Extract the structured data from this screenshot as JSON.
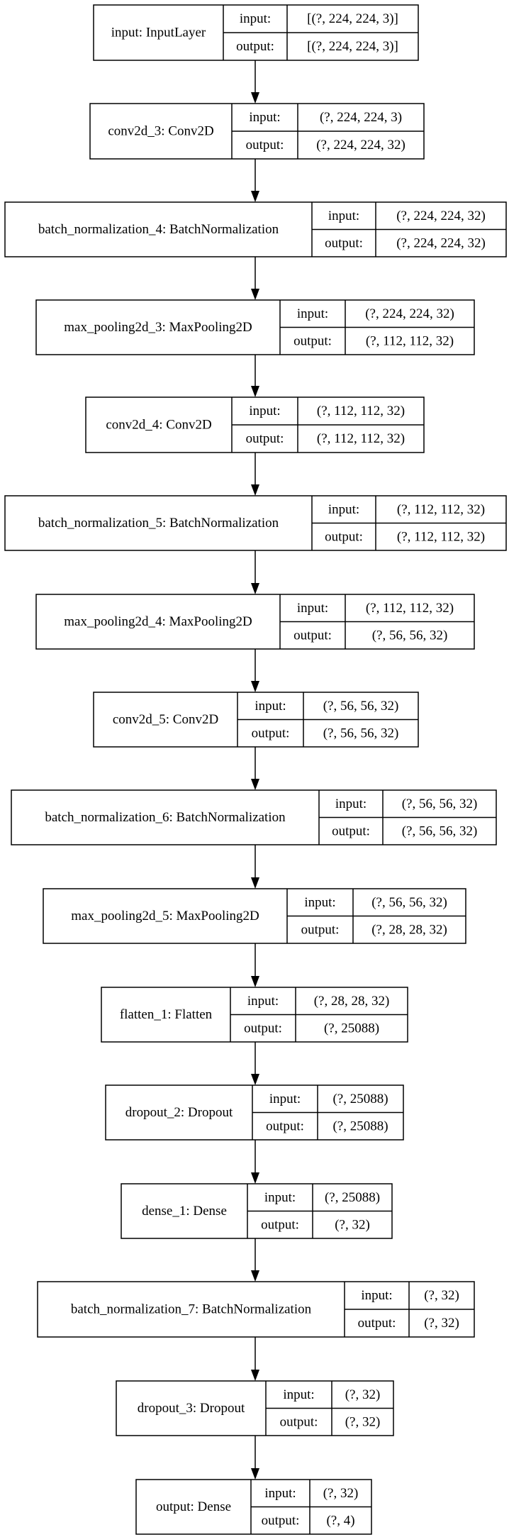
{
  "layers": [
    {
      "name": "input: InputLayer",
      "in_label": "input:",
      "out_label": "output:",
      "input": "[(?, 224, 224, 3)]",
      "output": "[(?, 224, 224, 3)]"
    },
    {
      "name": "conv2d_3: Conv2D",
      "in_label": "input:",
      "out_label": "output:",
      "input": "(?, 224, 224, 3)",
      "output": "(?, 224, 224, 32)"
    },
    {
      "name": "batch_normalization_4: BatchNormalization",
      "in_label": "input:",
      "out_label": "output:",
      "input": "(?, 224, 224, 32)",
      "output": "(?, 224, 224, 32)"
    },
    {
      "name": "max_pooling2d_3: MaxPooling2D",
      "in_label": "input:",
      "out_label": "output:",
      "input": "(?, 224, 224, 32)",
      "output": "(?, 112, 112, 32)"
    },
    {
      "name": "conv2d_4: Conv2D",
      "in_label": "input:",
      "out_label": "output:",
      "input": "(?, 112, 112, 32)",
      "output": "(?, 112, 112, 32)"
    },
    {
      "name": "batch_normalization_5: BatchNormalization",
      "in_label": "input:",
      "out_label": "output:",
      "input": "(?, 112, 112, 32)",
      "output": "(?, 112, 112, 32)"
    },
    {
      "name": "max_pooling2d_4: MaxPooling2D",
      "in_label": "input:",
      "out_label": "output:",
      "input": "(?, 112, 112, 32)",
      "output": "(?, 56, 56, 32)"
    },
    {
      "name": "conv2d_5: Conv2D",
      "in_label": "input:",
      "out_label": "output:",
      "input": "(?, 56, 56, 32)",
      "output": "(?, 56, 56, 32)"
    },
    {
      "name": "batch_normalization_6: BatchNormalization",
      "in_label": "input:",
      "out_label": "output:",
      "input": "(?, 56, 56, 32)",
      "output": "(?, 56, 56, 32)"
    },
    {
      "name": "max_pooling2d_5: MaxPooling2D",
      "in_label": "input:",
      "out_label": "output:",
      "input": "(?, 56, 56, 32)",
      "output": "(?, 28, 28, 32)"
    },
    {
      "name": "flatten_1: Flatten",
      "in_label": "input:",
      "out_label": "output:",
      "input": "(?, 28, 28, 32)",
      "output": "(?, 25088)"
    },
    {
      "name": "dropout_2: Dropout",
      "in_label": "input:",
      "out_label": "output:",
      "input": "(?, 25088)",
      "output": "(?, 25088)"
    },
    {
      "name": "dense_1: Dense",
      "in_label": "input:",
      "out_label": "output:",
      "input": "(?, 25088)",
      "output": "(?, 32)"
    },
    {
      "name": "batch_normalization_7: BatchNormalization",
      "in_label": "input:",
      "out_label": "output:",
      "input": "(?, 32)",
      "output": "(?, 32)"
    },
    {
      "name": "dropout_3: Dropout",
      "in_label": "input:",
      "out_label": "output:",
      "input": "(?, 32)",
      "output": "(?, 32)"
    },
    {
      "name": "output: Dense",
      "in_label": "input:",
      "out_label": "output:",
      "input": "(?, 32)",
      "output": "(?, 4)"
    }
  ]
}
